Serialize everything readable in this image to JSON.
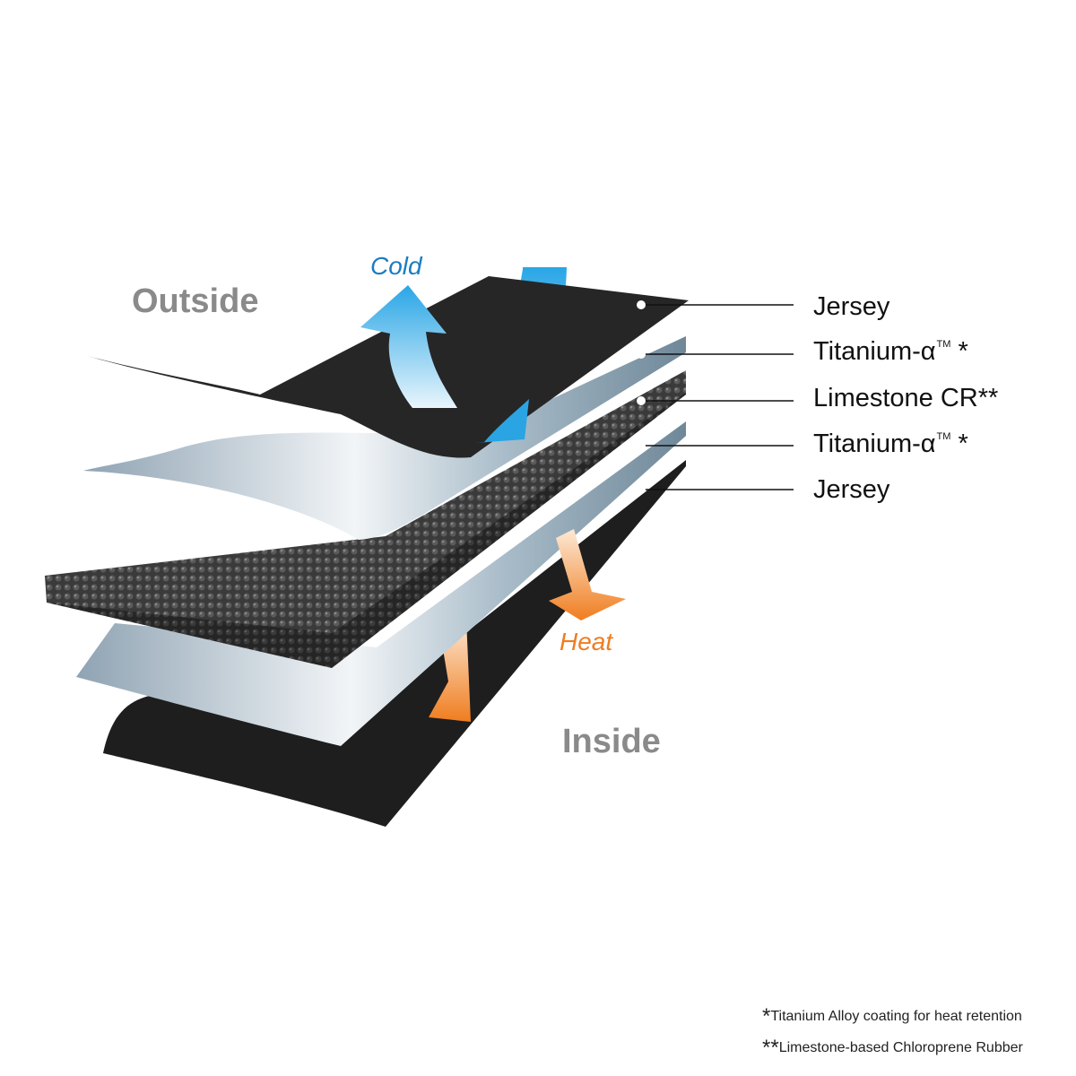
{
  "diagram": {
    "outside_label": "Outside",
    "inside_label": "Inside",
    "cold_label": "Cold",
    "heat_label": "Heat",
    "layers": [
      {
        "name": "Jersey",
        "sup": "",
        "suffix": ""
      },
      {
        "name": "Titanium-α",
        "sup": "TM",
        "suffix": " *"
      },
      {
        "name": "Limestone CR**",
        "sup": "",
        "suffix": ""
      },
      {
        "name": "Titanium-α",
        "sup": "TM",
        "suffix": " *"
      },
      {
        "name": "Jersey",
        "sup": "",
        "suffix": ""
      }
    ],
    "footnotes": [
      {
        "mark": "*",
        "text": "Titanium Alloy coating for heat retention"
      },
      {
        "mark": "**",
        "text": "Limestone-based Chloroprene Rubber"
      }
    ],
    "colors": {
      "cold": "#1a7cc1",
      "heat": "#ee7d22",
      "label_gray": "#8a8a8a"
    }
  }
}
